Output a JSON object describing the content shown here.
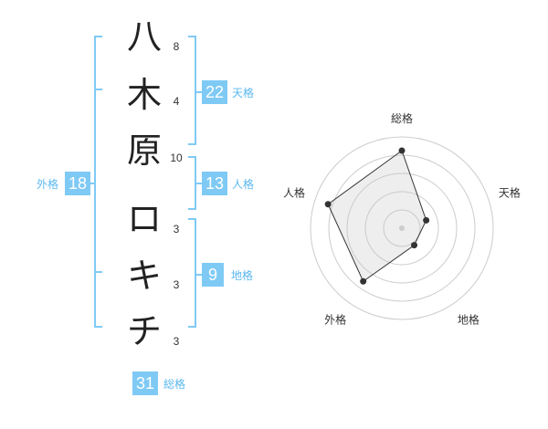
{
  "name_chars": [
    {
      "char": "八",
      "strokes": "8"
    },
    {
      "char": "木",
      "strokes": "4"
    },
    {
      "char": "原",
      "strokes": "10"
    },
    {
      "char": "ロ",
      "strokes": "3"
    },
    {
      "char": "キ",
      "strokes": "3"
    },
    {
      "char": "チ",
      "strokes": "3"
    }
  ],
  "kakusu": {
    "tenkaku": {
      "value": "22",
      "label": "天格"
    },
    "jinkaku": {
      "value": "13",
      "label": "人格"
    },
    "chikaku": {
      "value": "9",
      "label": "地格"
    },
    "gaikaku": {
      "value": "18",
      "label": "外格"
    },
    "soukaku": {
      "value": "31",
      "label": "総格"
    }
  },
  "colors": {
    "badge": "#7fcaf5",
    "label": "#5bb8ee",
    "bracket": "#7fcaf5"
  },
  "chart_data": {
    "type": "radar",
    "axes": [
      "総格",
      "天格",
      "地格",
      "外格",
      "人格"
    ],
    "values": [
      0.85,
      0.28,
      0.23,
      0.72,
      0.85
    ],
    "rings": 5
  }
}
